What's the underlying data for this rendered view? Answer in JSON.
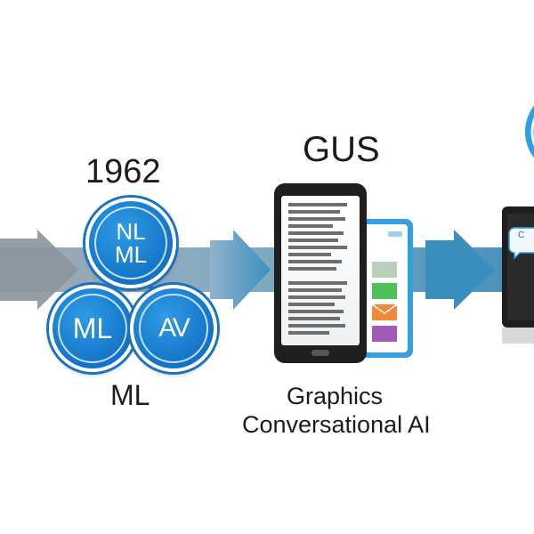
{
  "milestone_1": {
    "year": "1962",
    "caption": "ML",
    "nodes": {
      "top_line1": "NL",
      "top_line2": "ML",
      "left": "ML",
      "right": "AV"
    }
  },
  "milestone_2": {
    "title": "GUS",
    "caption_line1": "Graphics",
    "caption_line2": "Conversational AI"
  },
  "milestone_3": {
    "bubble_text": "C"
  },
  "colors": {
    "arrow_start": "#9aa3aa",
    "arrow_end": "#3b8ab8",
    "node_blue": "#1273c6",
    "accent_blue": "#2aa0e6"
  }
}
